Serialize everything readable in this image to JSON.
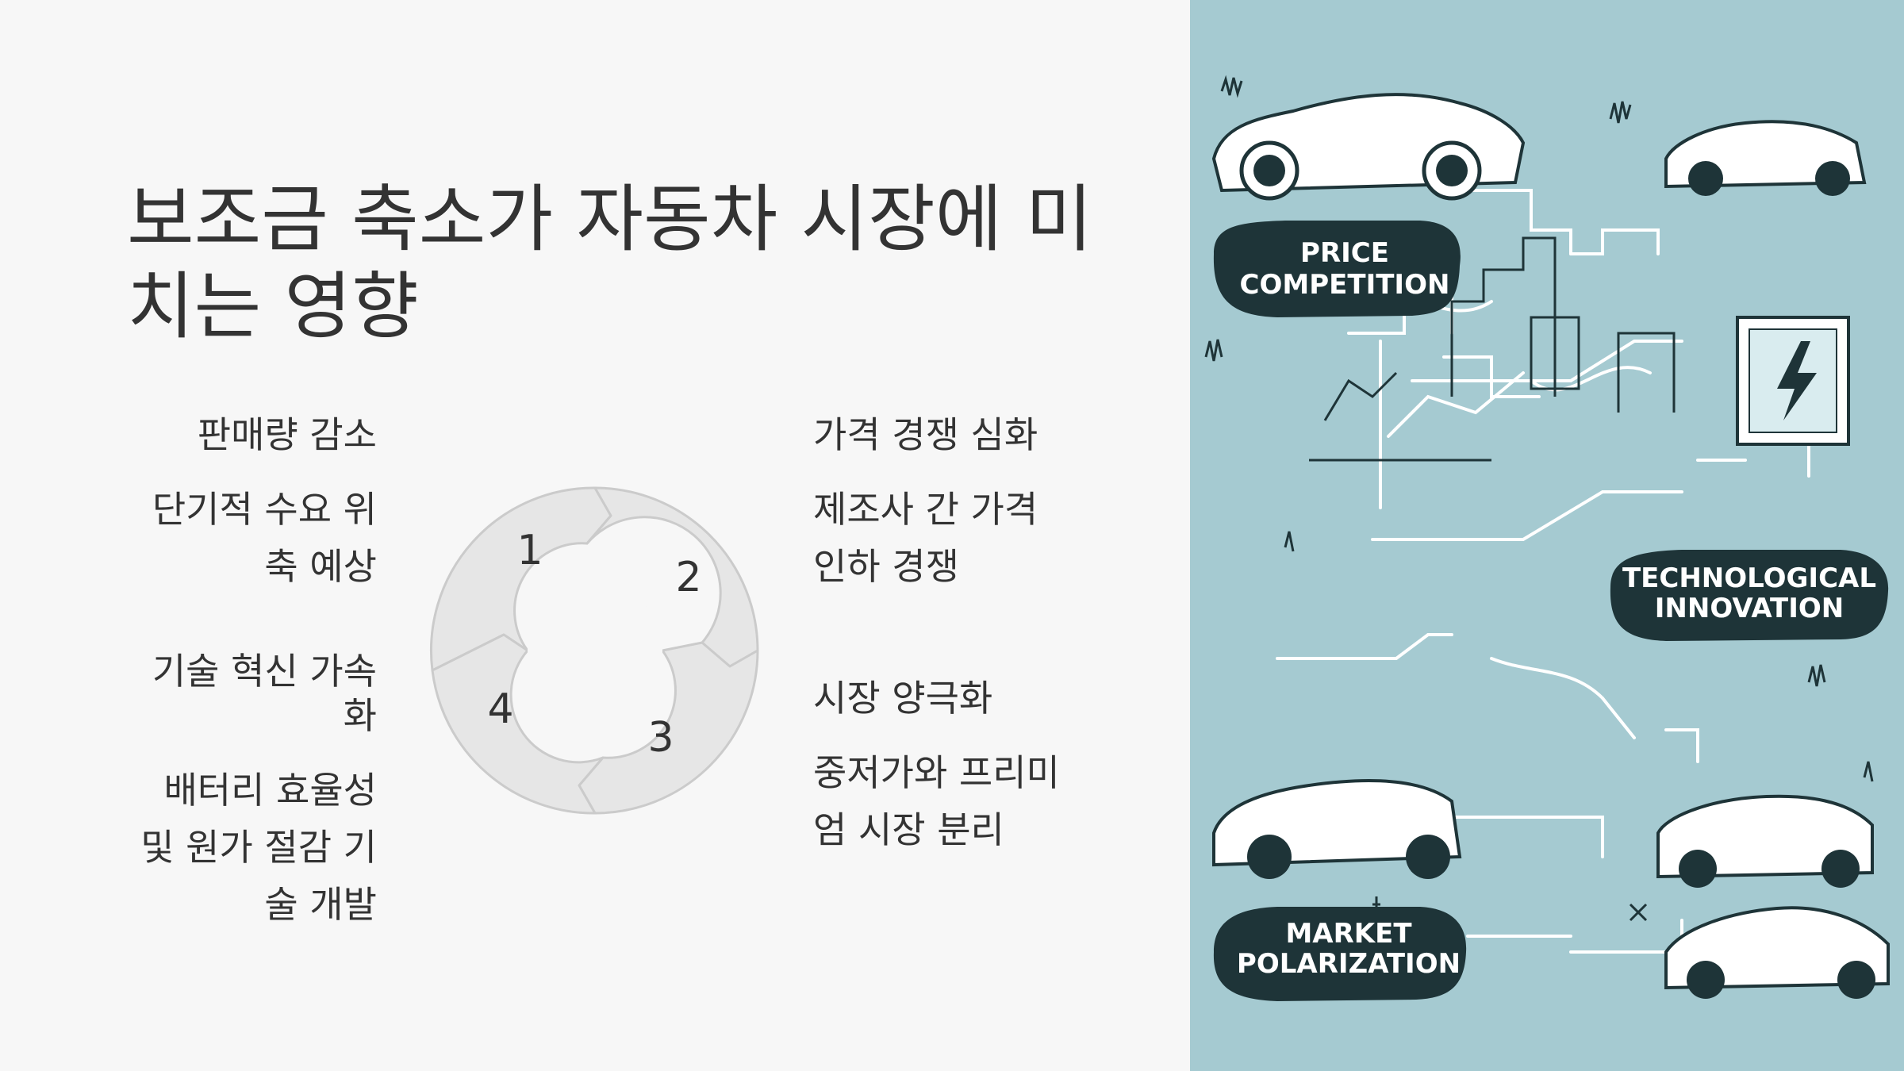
{
  "slide": {
    "title": "보조금 축소가 자동차 시장에 미치는 영향"
  },
  "cycle": {
    "steps": [
      {
        "number": "1",
        "heading": "판매량 감소",
        "description": "단기적 수요 위축 예상"
      },
      {
        "number": "2",
        "heading": "가격 경쟁 심화",
        "description": "제조사 간 가격 인하 경쟁"
      },
      {
        "number": "3",
        "heading": "시장 양극화",
        "description": "중저가와 프리미엄 시장 분리"
      },
      {
        "number": "4",
        "heading": "기술 혁신 가속화",
        "description": "배터리 효율성 및 원가 절감 기술 개발"
      }
    ]
  },
  "illustration": {
    "labels": {
      "price": [
        "PRICE",
        "COMPETITION"
      ],
      "tech": [
        "TECHNOLOGICAL",
        "INNOVATION"
      ],
      "market": [
        "MARKET",
        "POLARIZATION"
      ]
    },
    "colors": {
      "background": "#a5cad1",
      "pill": "#1e3438",
      "line": "#ffffff"
    }
  },
  "colors": {
    "slide_background": "#f7f7f7",
    "text": "#333333",
    "segment_fill": "#e6e6e6",
    "segment_stroke": "#c9c9c9"
  }
}
